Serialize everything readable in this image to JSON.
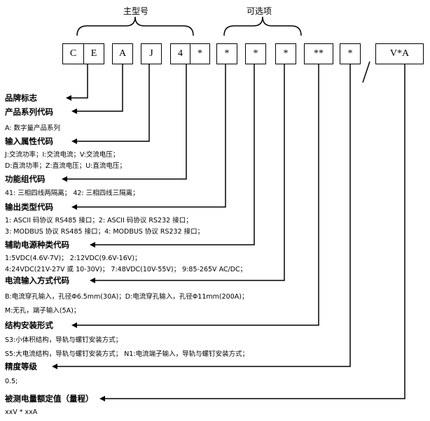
{
  "groups": {
    "main_model": "主型号",
    "options": "可选项"
  },
  "boxes": [
    "C",
    "E",
    "A",
    "J",
    "4",
    "*",
    "*",
    "*",
    "*",
    "**",
    "*",
    "V*A"
  ],
  "slash": "/",
  "sections": [
    {
      "title": "品牌标志",
      "lines": []
    },
    {
      "title": "产品系列代码",
      "lines": [
        "A: 数字量产品系列"
      ]
    },
    {
      "title": "输入属性代码",
      "lines": [
        "J:交流功率；I:交流电流；V:交流电压；",
        "D:直流功率；Z:直流电压；U:直流电压；"
      ]
    },
    {
      "title": "功能组代码",
      "lines": [
        "41: 三相四线两隔离；  42: 三相四线三隔离；"
      ]
    },
    {
      "title": "输出类型代码",
      "lines": [
        "1: ASCII 码协议 RS485 接口；2: ASCII 码协议 RS232 接口；",
        "3: MODBUS 协议 RS485 接口；4: MODBUS 协议 RS232 接口；"
      ]
    },
    {
      "title": "辅助电源种类代码",
      "lines": [
        "1:5VDC(4.6V-7V)；      2:12VDC(9.6V-16V)；",
        "4:24VDC(21V-27V 或 10-30V)；  7:48VDC(10V-55V)；   9:85-265V AC/DC；"
      ]
    },
    {
      "title": "电流输入方式代码",
      "lines": [
        "B:电流穿孔输入，孔径Φ6.5mm(30A)；D:电流穿孔输入，孔径Φ11mm(200A)；",
        "M:无孔，端子输入(5A)；"
      ]
    },
    {
      "title": "结构安装形式",
      "lines": [
        "S3:小体积结构，导轨与螺钉安装方式；",
        "S5:大电流结构，导轨与螺钉安装方式；   N1:电流端子输入，导轨与螺钉安装方式；"
      ]
    },
    {
      "title": "精度等级",
      "lines": [
        "0.5;"
      ]
    },
    {
      "title": "被测电量额定值（量程）",
      "lines": [
        "xxV * xxA"
      ]
    }
  ]
}
